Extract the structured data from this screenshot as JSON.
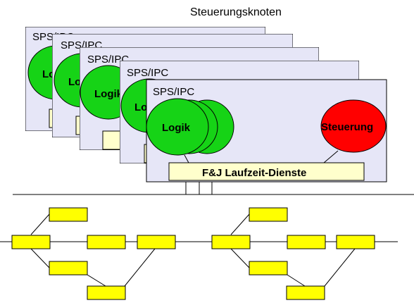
{
  "title": "Steuerungsknoten",
  "card_label": "SPS/IPC",
  "logic_label": "Logik",
  "control_label": "Steuerung",
  "service_label": "F&J Laufzeit-Dienste",
  "colors": {
    "card_fill": "#e6e6f7",
    "card_stroke": "#000000",
    "logic_fill": "#16d316",
    "control_fill": "#ff0000",
    "service_fill": "#ffffcc",
    "network_box_fill": "#ffff00",
    "line": "#000000"
  }
}
